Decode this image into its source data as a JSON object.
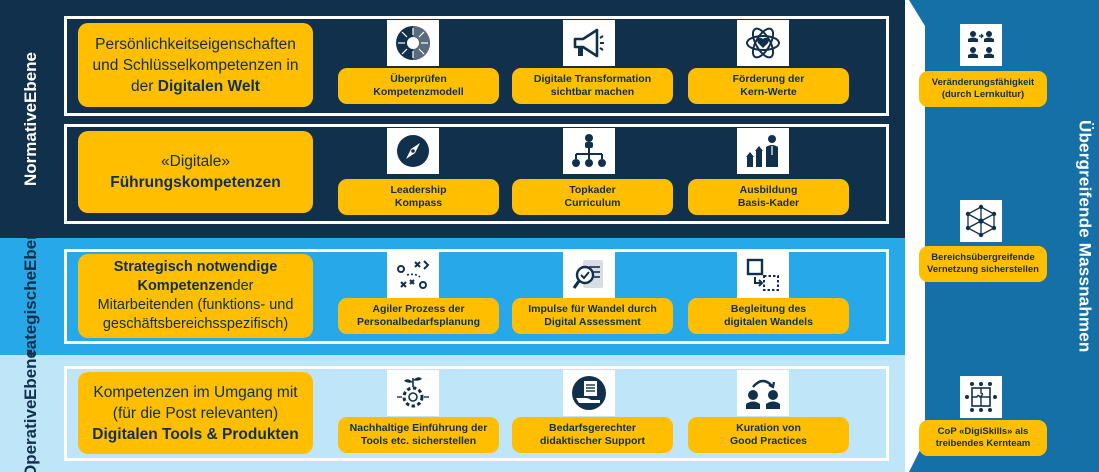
{
  "levels": {
    "normative": {
      "label_1": "Normative",
      "label_2": "Ebene"
    },
    "strategic": {
      "label_1": "Strategische",
      "label_2": "Ebene"
    },
    "operative": {
      "label_1": "Operative",
      "label_2": "Ebene"
    }
  },
  "rows": {
    "digital_world": {
      "heading_1": "Persönlichkeitseigenschaften",
      "heading_2": "und Schlüsselkompetenzen in",
      "heading_3a": "der ",
      "heading_3b": "Digitalen Welt",
      "items": [
        {
          "line_1": "Überprüfen",
          "line_2": "Kompetenzmodell",
          "icon": "brain-gear-icon"
        },
        {
          "line_1": "Digitale Transformation",
          "line_2": "sichtbar machen",
          "icon": "megaphone-icon"
        },
        {
          "line_1": "Förderung der",
          "line_2": "Kern-Werte",
          "icon": "heart-network-icon"
        }
      ]
    },
    "leadership": {
      "heading_1": "«Digitale»",
      "heading_2": "Führungskompetenzen",
      "items": [
        {
          "line_1": "Leadership",
          "line_2": "Kompass",
          "icon": "compass-icon"
        },
        {
          "line_1": "Topkader",
          "line_2": "Curriculum",
          "icon": "org-chart-icon"
        },
        {
          "line_1": "Ausbildung",
          "line_2": "Basis-Kader",
          "icon": "growth-person-icon"
        }
      ]
    },
    "strategic": {
      "heading_1": "Strategisch notwendige",
      "heading_2a": "Kompetenzen",
      "heading_2b": "der",
      "heading_3": "Mitarbeitenden (funktions- und",
      "heading_4": "geschäftsbereichsspezifisch)",
      "items": [
        {
          "line_1": "Agiler Prozess der",
          "line_2": "Personalbedarfsplanung",
          "icon": "strategy-play-icon"
        },
        {
          "line_1": "Impulse für Wandel durch",
          "line_2": "Digital Assessment",
          "icon": "assessment-icon"
        },
        {
          "line_1": "Begleitung des",
          "line_2": "digitalen Wandels",
          "icon": "transition-icon"
        }
      ]
    },
    "operative": {
      "heading_1": "Kompetenzen im Umgang mit",
      "heading_2": "(für die Post relevanten)",
      "heading_3": "Digitalen Tools & Produkten",
      "items": [
        {
          "line_1": "Nachhaltige Einführung der",
          "line_2": "Tools etc. sicherstellen",
          "icon": "plant-gear-icon"
        },
        {
          "line_1": "Bedarfsgerechter",
          "line_2": "didaktischer Support",
          "icon": "hand-document-icon"
        },
        {
          "line_1": "Kuration von",
          "line_2": "Good Practices",
          "icon": "exchange-people-icon"
        }
      ]
    }
  },
  "side": {
    "title": "Übergreifende Massnahmen",
    "items": [
      {
        "line_1": "Veränderungsfähigkeit",
        "line_2": "(durch Lernkultur)",
        "icon": "people-exchange-icon"
      },
      {
        "line_1": "Bereichsübergreifende",
        "line_2": "Vernetzung sicherstellen",
        "icon": "network-icon"
      },
      {
        "line_1": "CoP «DigiSkills» als",
        "line_2": "treibendes Kernteam",
        "icon": "puzzle-team-icon"
      }
    ]
  },
  "colors": {
    "navy": "#10304c",
    "strategic_blue": "#27a9e9",
    "operative_blue": "#bfe6f8",
    "side_blue": "#1570a8",
    "yellow": "#ffbf00"
  }
}
